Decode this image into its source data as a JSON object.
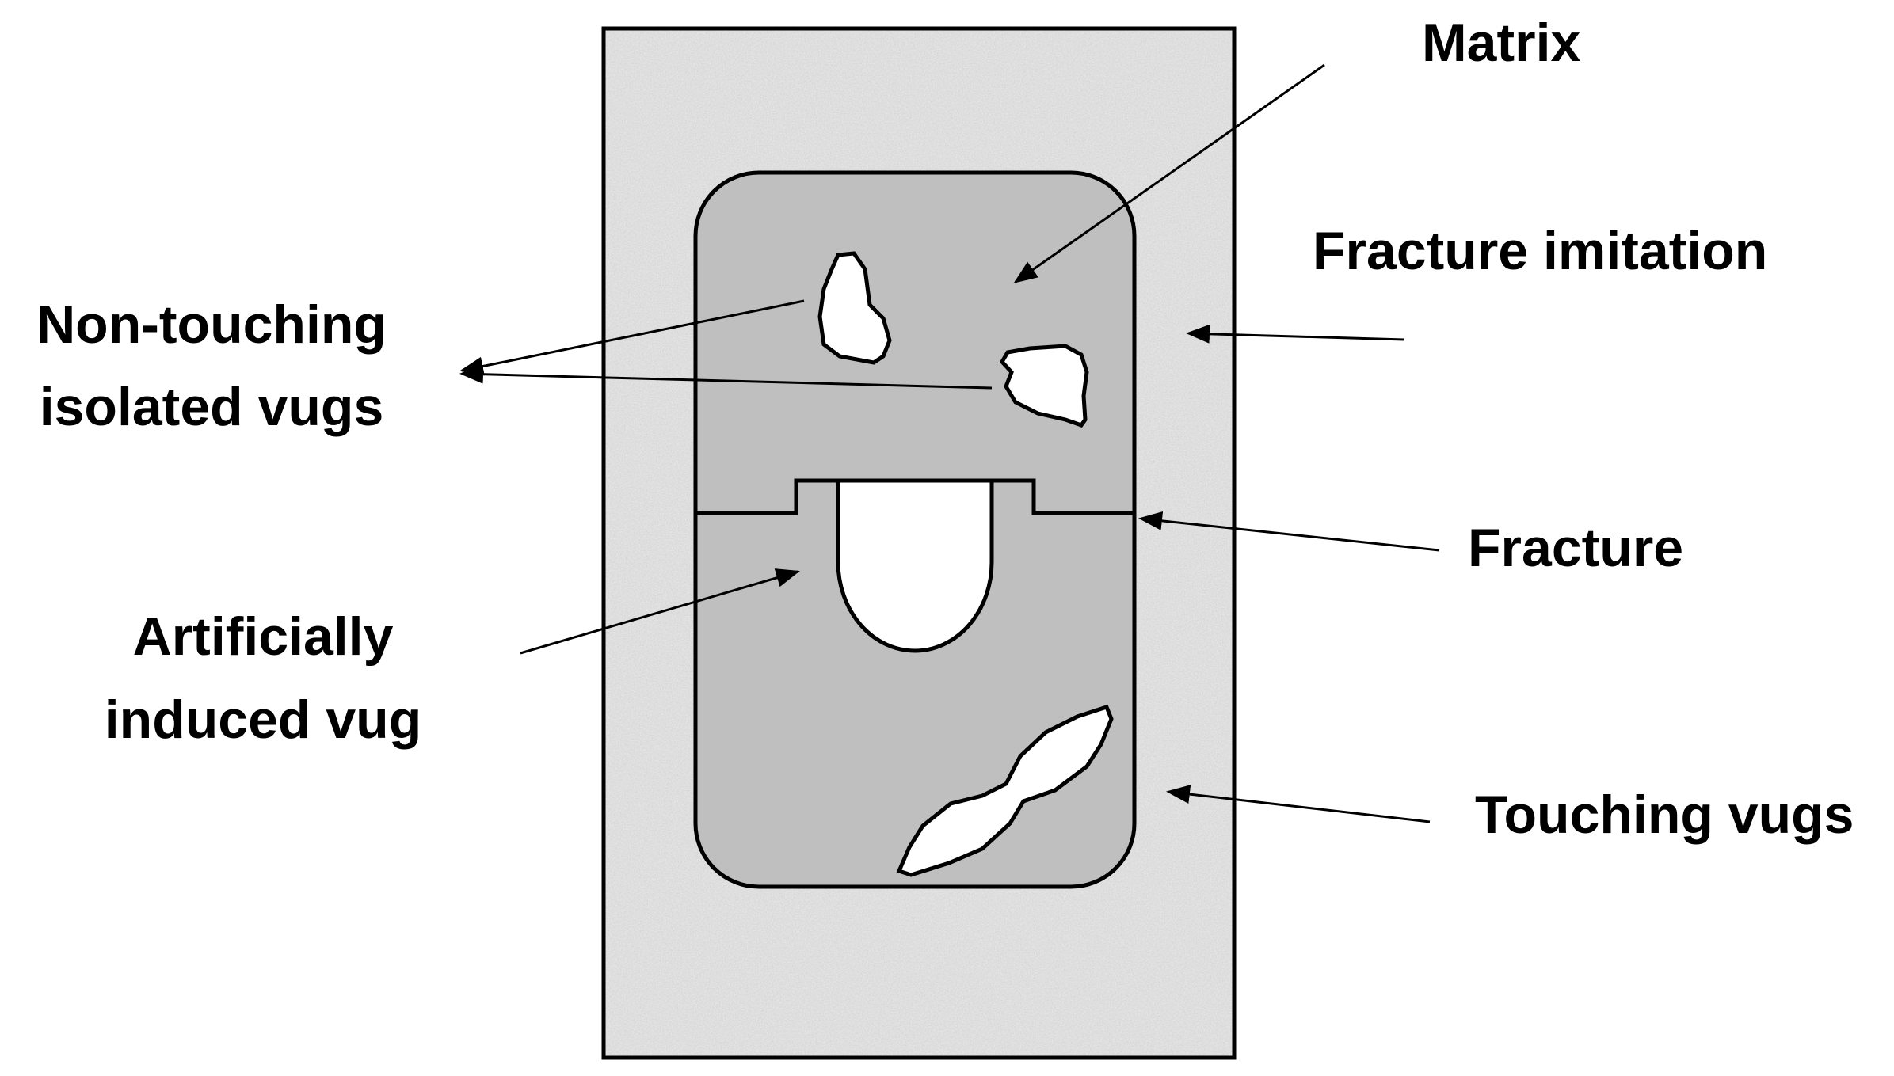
{
  "labels": {
    "matrix": "Matrix",
    "fracture_imitation": "Fracture imitation",
    "non_touching_line1": "Non-touching",
    "non_touching_line2": "isolated vugs",
    "fracture": "Fracture",
    "artificial_line1": "Artificially",
    "artificial_line2": "induced vug",
    "touching_vugs": "Touching vugs"
  },
  "colors": {
    "outer_fill": "#e4e4e4",
    "core_fill": "#bfbfbf",
    "vug_fill": "#ffffff",
    "stroke": "#000000",
    "text": "#000000"
  }
}
